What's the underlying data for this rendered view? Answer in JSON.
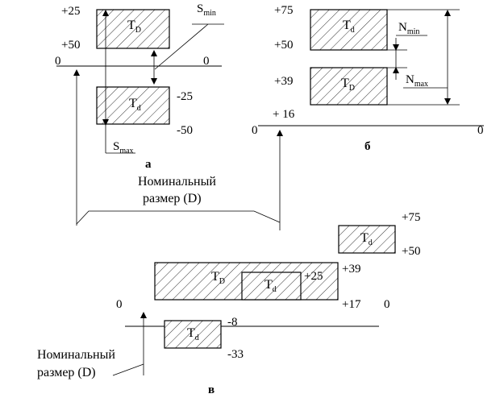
{
  "panel_a": {
    "caption": "а",
    "top_box": {
      "label_main": "T",
      "label_sub": "D",
      "upper": "+25",
      "lower": "+50"
    },
    "bottom_box": {
      "label_main": "T",
      "label_sub": "d",
      "upper": "-25",
      "lower": "-50"
    },
    "zero_left": "0",
    "zero_right": "0",
    "smin": {
      "main": "S",
      "sub": "min"
    },
    "smax": {
      "main": "S",
      "sub": "max"
    }
  },
  "panel_b": {
    "caption": "б",
    "top_box": {
      "label_main": "T",
      "label_sub": "d",
      "upper": "+75",
      "lower": "+50"
    },
    "bottom_box": {
      "label_main": "T",
      "label_sub": "D",
      "upper": "+39",
      "lower": "+ 16"
    },
    "zero_left": "0",
    "zero_right": "0",
    "nmin": {
      "main": "N",
      "sub": "min"
    },
    "nmax": {
      "main": "N",
      "sub": "max"
    }
  },
  "nominal_top": {
    "line1": "Номинальный",
    "line2": "размер (D)"
  },
  "panel_v": {
    "caption": "в",
    "big_box": {
      "label_main": "T",
      "label_sub": "D",
      "upper": "+39",
      "lower": "+17"
    },
    "inner_box": {
      "label_main": "T",
      "label_sub": "d",
      "value": "+25"
    },
    "top_small_box": {
      "label_main": "T",
      "label_sub": "d",
      "upper": "+75",
      "lower": "+50"
    },
    "bottom_box": {
      "label_main": "T",
      "label_sub": "d",
      "upper": "-8",
      "lower": "-33"
    },
    "zero_left": "0",
    "zero_right": "0",
    "nominal": {
      "line1": "Номинальный",
      "line2": "размер (D)"
    }
  }
}
